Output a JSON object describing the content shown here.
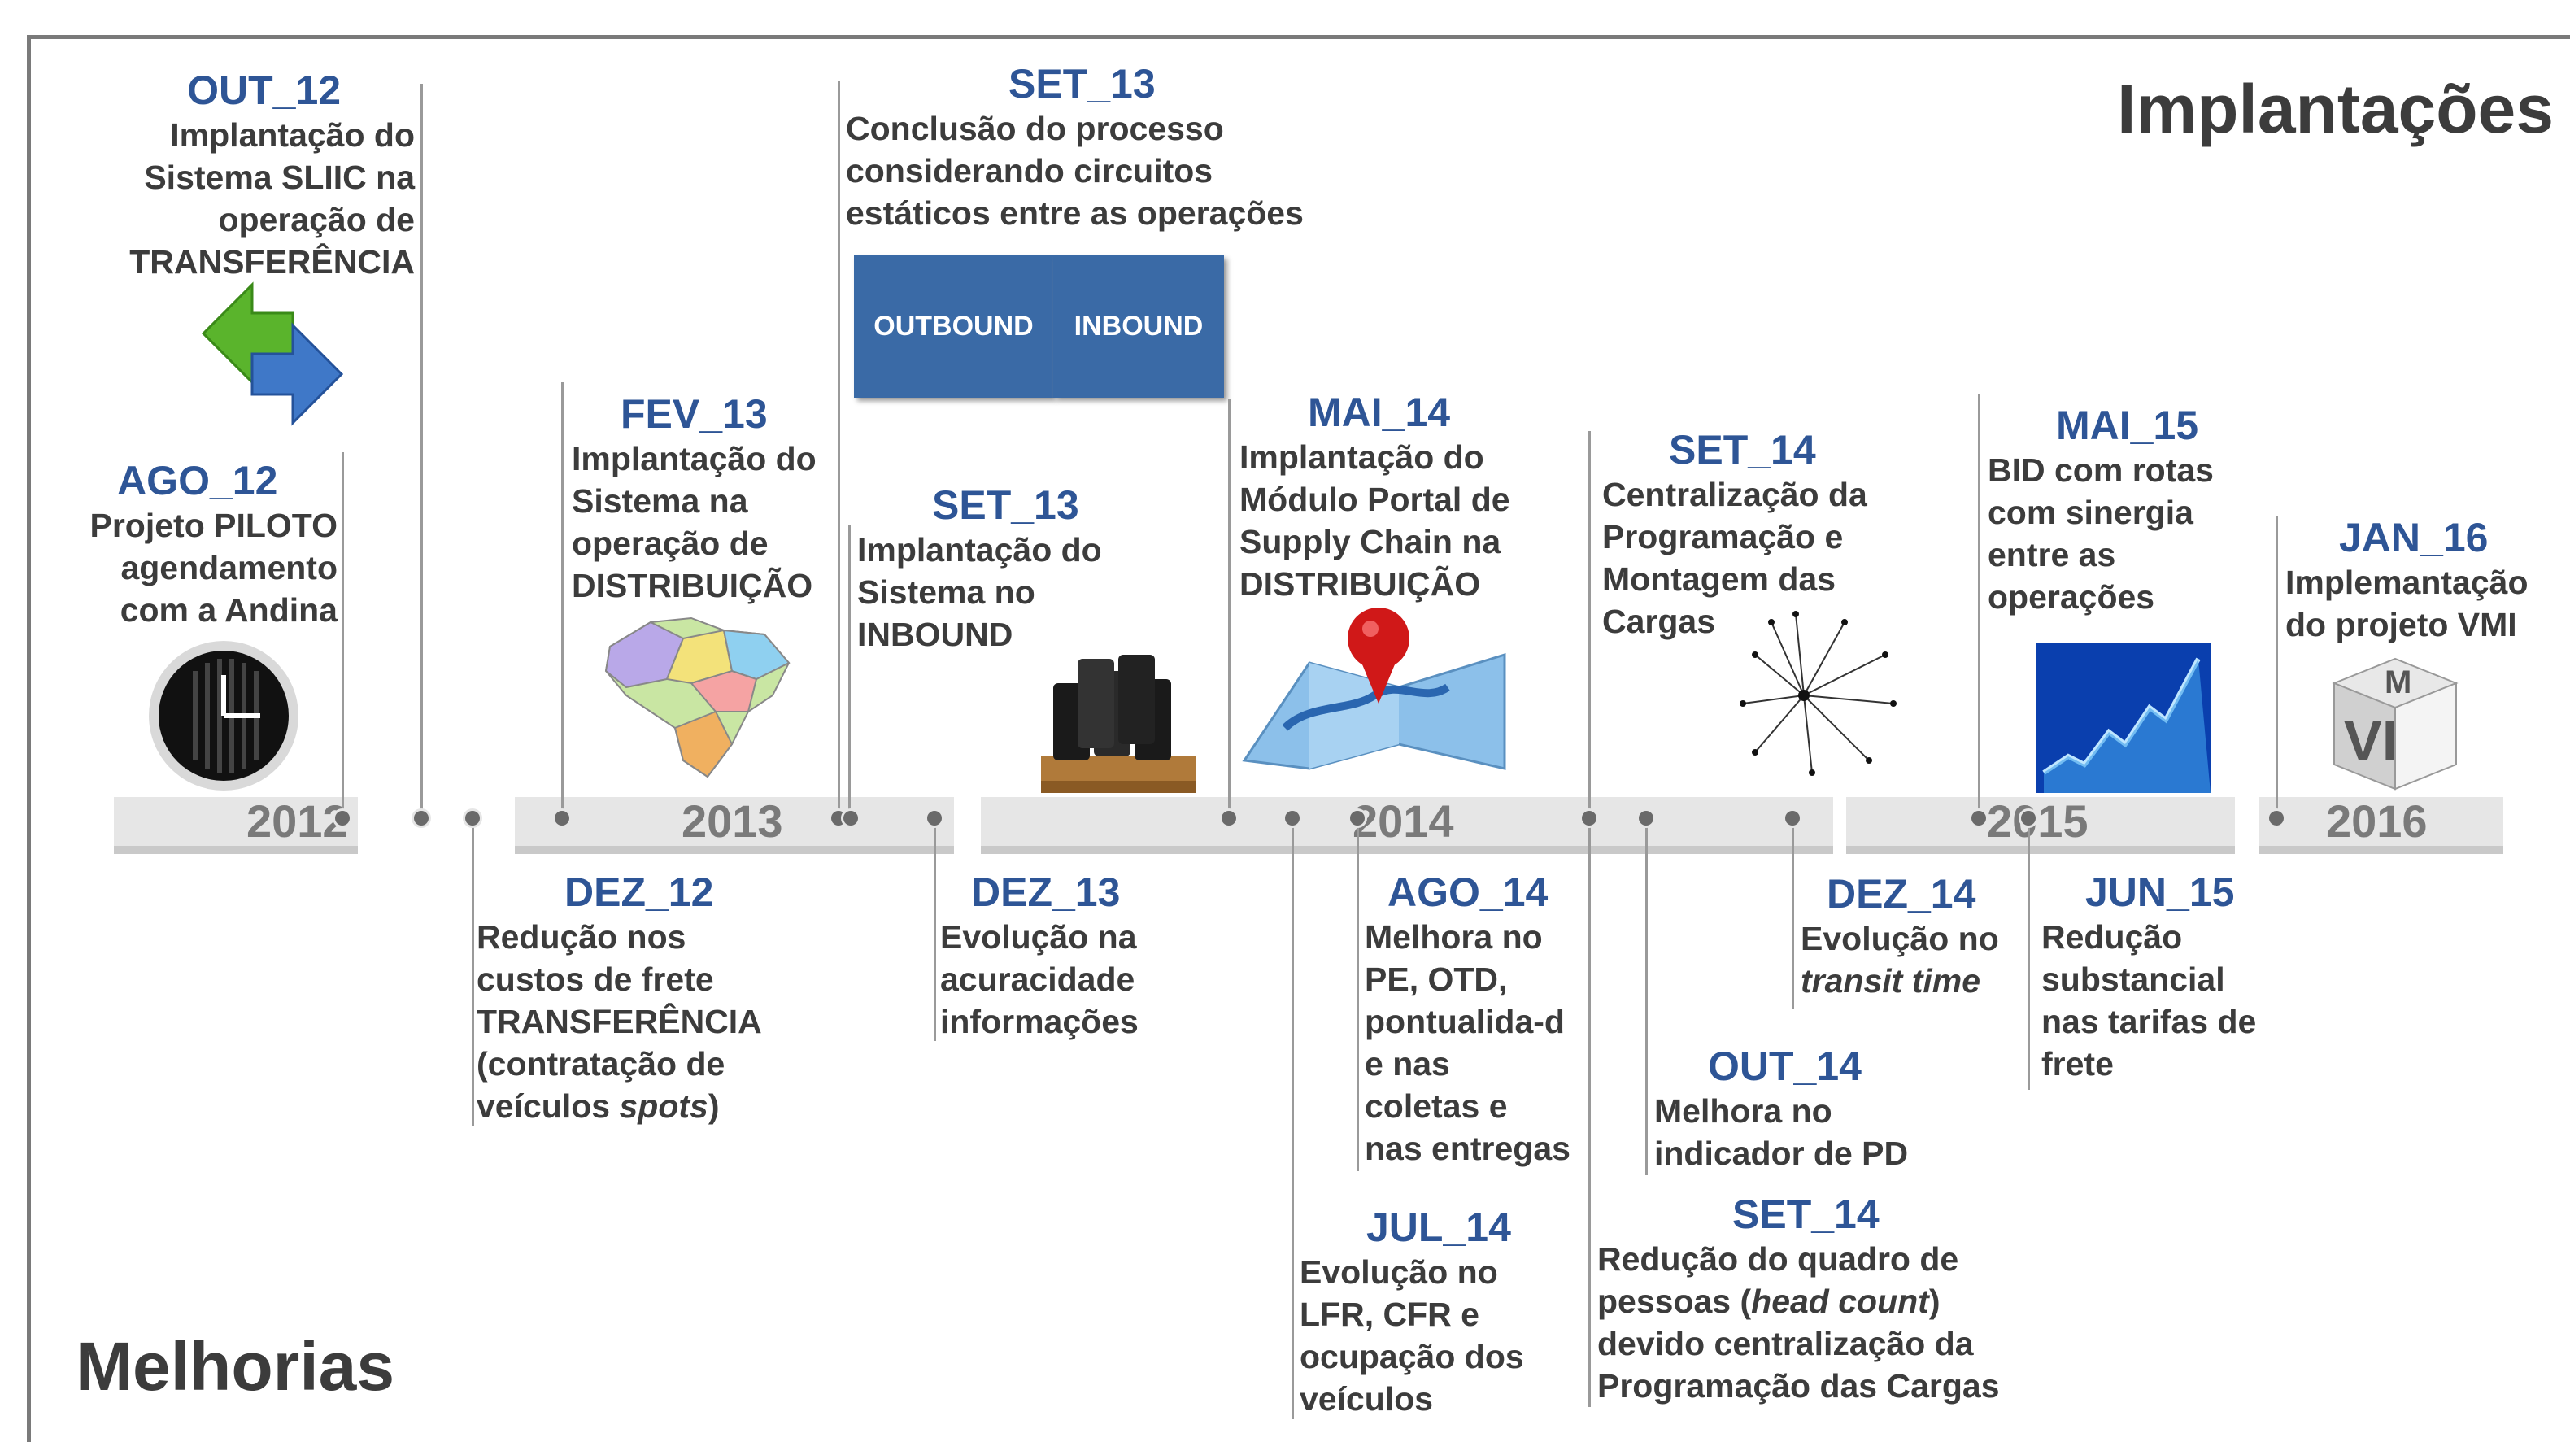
{
  "titles": {
    "implantacoes": "Implantações",
    "melhorias": "Melhorias"
  },
  "years": [
    "2012",
    "2013",
    "2014",
    "2015",
    "2016"
  ],
  "top_events": [
    {
      "date": "OUT_12",
      "desc": "Implantação do\nSistema SLIIC na\noperação de\nTRANSFERÊNCIA"
    },
    {
      "date": "AGO_12",
      "desc": "Projeto PILOTO\nagendamento\ncom a Andina"
    },
    {
      "date": "FEV_13",
      "desc": "Implantação do\nSistema na\noperação de\nDISTRIBUIÇÃO"
    },
    {
      "date": "SET_13",
      "desc": "Conclusão do processo\nconsiderando circuitos\nestáticos entre as operações"
    },
    {
      "date": "SET_13",
      "desc": "Implantação do\nSistema no\nINBOUND"
    },
    {
      "date": "MAI_14",
      "desc": "Implantação do\nMódulo Portal de\nSupply Chain na\nDISTRIBUIÇÃO"
    },
    {
      "date": "SET_14",
      "desc": "Centralização da\nProgramação e\nMontagem das\nCargas"
    },
    {
      "date": "MAI_15",
      "desc": "BID com rotas\ncom sinergia\nentre as\noperações"
    },
    {
      "date": "JAN_16",
      "desc": "Implemantação\ndo projeto VMI"
    }
  ],
  "bottom_events": [
    {
      "date": "DEZ_12",
      "desc": "Redução nos\ncustos de frete\nTRANSFERÊNCIA\n(contratação de\nveículos ",
      "desc_italic": "spots",
      "desc_tail": ")"
    },
    {
      "date": "DEZ_13",
      "desc": "Evolução na\nacuracidade\ninformações"
    },
    {
      "date": "AGO_14",
      "desc": "Melhora no\nPE, OTD,\npontualida-d\ne nas\ncoletas e\nnas entregas"
    },
    {
      "date": "JUL_14",
      "desc": "Evolução no\nLFR, CFR e\nocupação dos\nveículos"
    },
    {
      "date": "DEZ_14",
      "desc": "Evolução no\n",
      "desc_italic": "transit time",
      "desc_tail": ""
    },
    {
      "date": "OUT_14",
      "desc": "Melhora no\nindicador de PD"
    },
    {
      "date": "SET_14",
      "desc": "Redução do quadro de\npessoas (",
      "desc_italic": "head count",
      "desc_tail": ")\ndevido centralização da\nProgramação das Cargas"
    },
    {
      "date": "JUN_15",
      "desc": "Redução\nsubstancial\nnas tarifas de\nfrete"
    }
  ],
  "puzzle": {
    "left": "OUTBOUND",
    "right": "INBOUND"
  },
  "vmi_letters": {
    "top": "M",
    "front": "VI"
  },
  "icons": [
    "transfer-arrows-icon",
    "clock-icon",
    "brazil-map-icon",
    "puzzle-icon",
    "oil-barrels-icon",
    "map-pin-icon",
    "network-icon",
    "growth-chart-icon",
    "vmi-cube-icon"
  ],
  "colors": {
    "date": "#2e5596",
    "text": "#3c3c3c",
    "bar": "#e6e6e6",
    "year": "#7a7a7a"
  }
}
